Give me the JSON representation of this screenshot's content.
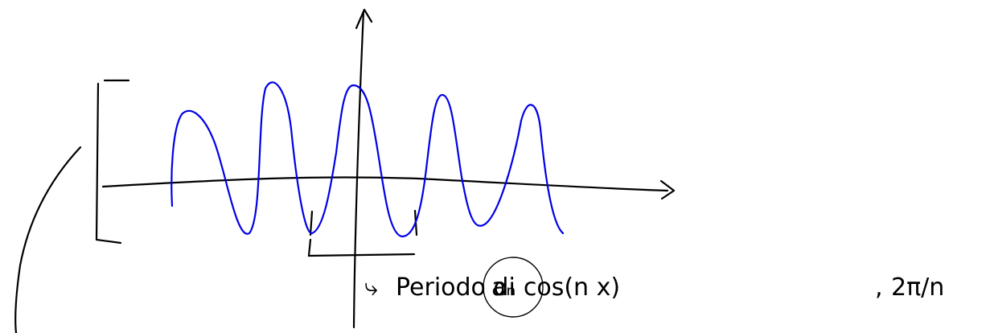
{
  "annotation": {
    "prefix_arrow": "⤷",
    "label": "Periodo di",
    "term": "aₙ cos(n x)",
    "separator": ",",
    "period": "2π/n"
  },
  "colors": {
    "ink": "#000000",
    "wave": "#0000e6",
    "background": "#ffffff"
  }
}
